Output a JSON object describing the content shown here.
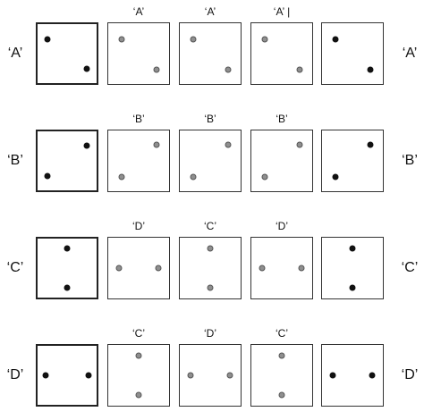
{
  "rows": [
    {
      "left_label": "‘A’",
      "right_label": "‘A’",
      "top_labels": [
        "",
        "‘A’",
        "‘A’",
        "‘A’ |",
        ""
      ],
      "boxes": [
        {
          "style": "bold",
          "dots": [
            {
              "fx": 0.17,
              "fy": 0.26,
              "color": "black"
            },
            {
              "fx": 0.83,
              "fy": 0.76,
              "color": "black"
            }
          ]
        },
        {
          "style": "plain",
          "dots": [
            {
              "fx": 0.22,
              "fy": 0.26,
              "color": "gray"
            },
            {
              "fx": 0.8,
              "fy": 0.76,
              "color": "gray"
            }
          ]
        },
        {
          "style": "plain",
          "dots": [
            {
              "fx": 0.22,
              "fy": 0.26,
              "color": "gray"
            },
            {
              "fx": 0.8,
              "fy": 0.76,
              "color": "gray"
            }
          ]
        },
        {
          "style": "plain",
          "dots": [
            {
              "fx": 0.22,
              "fy": 0.26,
              "color": "gray"
            },
            {
              "fx": 0.8,
              "fy": 0.76,
              "color": "gray"
            }
          ]
        },
        {
          "style": "plain",
          "dots": [
            {
              "fx": 0.22,
              "fy": 0.26,
              "color": "black"
            },
            {
              "fx": 0.8,
              "fy": 0.76,
              "color": "black"
            }
          ]
        }
      ]
    },
    {
      "left_label": "‘B’",
      "right_label": "‘B’",
      "top_labels": [
        "",
        "‘B’",
        "‘B’",
        "‘B’",
        ""
      ],
      "boxes": [
        {
          "style": "bold",
          "dots": [
            {
              "fx": 0.83,
              "fy": 0.24,
              "color": "black"
            },
            {
              "fx": 0.17,
              "fy": 0.76,
              "color": "black"
            }
          ]
        },
        {
          "style": "plain",
          "dots": [
            {
              "fx": 0.8,
              "fy": 0.24,
              "color": "gray"
            },
            {
              "fx": 0.22,
              "fy": 0.76,
              "color": "gray"
            }
          ]
        },
        {
          "style": "plain",
          "dots": [
            {
              "fx": 0.8,
              "fy": 0.24,
              "color": "gray"
            },
            {
              "fx": 0.22,
              "fy": 0.76,
              "color": "gray"
            }
          ]
        },
        {
          "style": "plain",
          "dots": [
            {
              "fx": 0.8,
              "fy": 0.24,
              "color": "gray"
            },
            {
              "fx": 0.22,
              "fy": 0.76,
              "color": "gray"
            }
          ]
        },
        {
          "style": "plain",
          "dots": [
            {
              "fx": 0.8,
              "fy": 0.24,
              "color": "black"
            },
            {
              "fx": 0.22,
              "fy": 0.76,
              "color": "black"
            }
          ]
        }
      ]
    },
    {
      "left_label": "‘C’",
      "right_label": "‘C’",
      "top_labels": [
        "",
        "‘D’",
        "‘C’",
        "‘D’",
        ""
      ],
      "boxes": [
        {
          "style": "bold",
          "dots": [
            {
              "fx": 0.5,
              "fy": 0.17,
              "color": "black"
            },
            {
              "fx": 0.5,
              "fy": 0.83,
              "color": "black"
            }
          ]
        },
        {
          "style": "plain",
          "dots": [
            {
              "fx": 0.17,
              "fy": 0.5,
              "color": "gray"
            },
            {
              "fx": 0.83,
              "fy": 0.5,
              "color": "gray"
            }
          ]
        },
        {
          "style": "plain",
          "dots": [
            {
              "fx": 0.5,
              "fy": 0.17,
              "color": "gray"
            },
            {
              "fx": 0.5,
              "fy": 0.83,
              "color": "gray"
            }
          ]
        },
        {
          "style": "plain",
          "dots": [
            {
              "fx": 0.17,
              "fy": 0.5,
              "color": "gray"
            },
            {
              "fx": 0.83,
              "fy": 0.5,
              "color": "gray"
            }
          ]
        },
        {
          "style": "plain",
          "dots": [
            {
              "fx": 0.5,
              "fy": 0.17,
              "color": "black"
            },
            {
              "fx": 0.5,
              "fy": 0.83,
              "color": "black"
            }
          ]
        }
      ]
    },
    {
      "left_label": "‘D’",
      "right_label": "‘D’",
      "top_labels": [
        "",
        "‘C’",
        "‘D’",
        "‘C’",
        ""
      ],
      "boxes": [
        {
          "style": "bold",
          "dots": [
            {
              "fx": 0.14,
              "fy": 0.5,
              "color": "black"
            },
            {
              "fx": 0.86,
              "fy": 0.5,
              "color": "black"
            }
          ]
        },
        {
          "style": "plain",
          "dots": [
            {
              "fx": 0.5,
              "fy": 0.17,
              "color": "gray"
            },
            {
              "fx": 0.5,
              "fy": 0.83,
              "color": "gray"
            }
          ]
        },
        {
          "style": "plain",
          "dots": [
            {
              "fx": 0.17,
              "fy": 0.5,
              "color": "gray"
            },
            {
              "fx": 0.83,
              "fy": 0.5,
              "color": "gray"
            }
          ]
        },
        {
          "style": "plain",
          "dots": [
            {
              "fx": 0.5,
              "fy": 0.17,
              "color": "gray"
            },
            {
              "fx": 0.5,
              "fy": 0.83,
              "color": "gray"
            }
          ]
        },
        {
          "style": "plain",
          "dots": [
            {
              "fx": 0.17,
              "fy": 0.5,
              "color": "black"
            },
            {
              "fx": 0.83,
              "fy": 0.5,
              "color": "black"
            }
          ]
        }
      ]
    }
  ]
}
